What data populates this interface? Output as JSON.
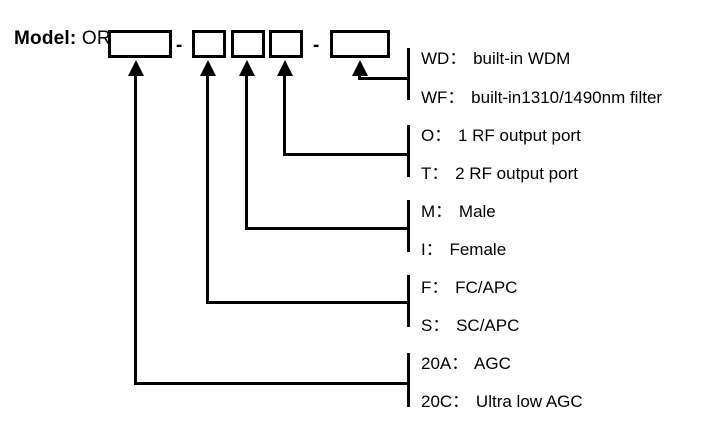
{
  "model_line": {
    "label_model": "Model:",
    "label_prefix": "OR",
    "separator": "-",
    "boxes": [
      {
        "name": "box-gain-code",
        "value": ""
      },
      {
        "name": "box-connector-code",
        "value": ""
      },
      {
        "name": "box-gender-code",
        "value": ""
      },
      {
        "name": "box-rf-output-code",
        "value": ""
      },
      {
        "name": "box-wdm-code",
        "value": ""
      }
    ]
  },
  "options": [
    {
      "code": "WD：",
      "desc": "built-in WDM"
    },
    {
      "code": "WF：",
      "desc": "built-in1310/1490nm filter"
    },
    {
      "code": "O：",
      "desc": "1 RF output port"
    },
    {
      "code": "T：",
      "desc": "2 RF output port"
    },
    {
      "code": "M：",
      "desc": "Male"
    },
    {
      "code": "I：",
      "desc": "Female"
    },
    {
      "code": "F：",
      "desc": "FC/APC"
    },
    {
      "code": "S：",
      "desc": "SC/APC"
    },
    {
      "code": "20A：",
      "desc": "AGC"
    },
    {
      "code": "20C：",
      "desc": "Ultra low AGC"
    }
  ],
  "colors": {
    "line": "#000000",
    "background": "#ffffff",
    "text": "#000000"
  }
}
